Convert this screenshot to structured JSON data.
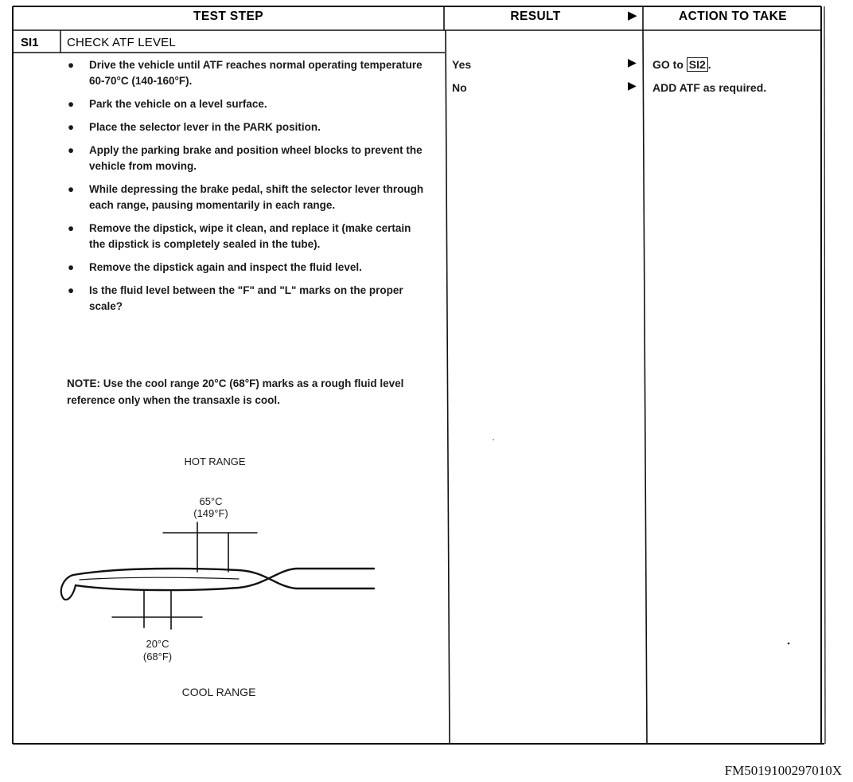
{
  "table": {
    "headers": {
      "test_step": "TEST STEP",
      "result": "RESULT",
      "action": "ACTION TO TAKE"
    },
    "step": {
      "id": "SI1",
      "title": "CHECK ATF LEVEL",
      "bullets": [
        "Drive the vehicle until ATF reaches normal operating temperature 60-70°C (140-160°F).",
        "Park the vehicle on a level surface.",
        "Place the selector lever in the PARK position.",
        "Apply the parking brake and position wheel blocks to prevent the vehicle from moving.",
        "While depressing the brake pedal, shift the selector lever through each range, pausing momentarily in each range.",
        "Remove the dipstick, wipe it clean, and replace it (make certain the dipstick is completely sealed in the tube).",
        "Remove the dipstick again and inspect the fluid level.",
        "Is the fluid level between the \"F\" and \"L\" marks on the proper scale?"
      ],
      "note": "NOTE: Use the cool range 20°C (68°F) marks as a rough fluid level reference only when the transaxle is cool."
    },
    "results": [
      {
        "result": "Yes",
        "action_prefix": "GO to ",
        "action_ref": "SI2",
        "action_suffix": "."
      },
      {
        "result": "No",
        "action_prefix": "ADD ATF as required.",
        "action_ref": "",
        "action_suffix": ""
      }
    ]
  },
  "diagram": {
    "hot_range_label": "HOT RANGE",
    "hot_temp_c": "65°C",
    "hot_temp_f": "(149°F)",
    "cool_temp_c": "20°C",
    "cool_temp_f": "(68°F)",
    "cool_range_label": "COOL RANGE"
  },
  "footer": {
    "code": "FM5019100297010X"
  }
}
